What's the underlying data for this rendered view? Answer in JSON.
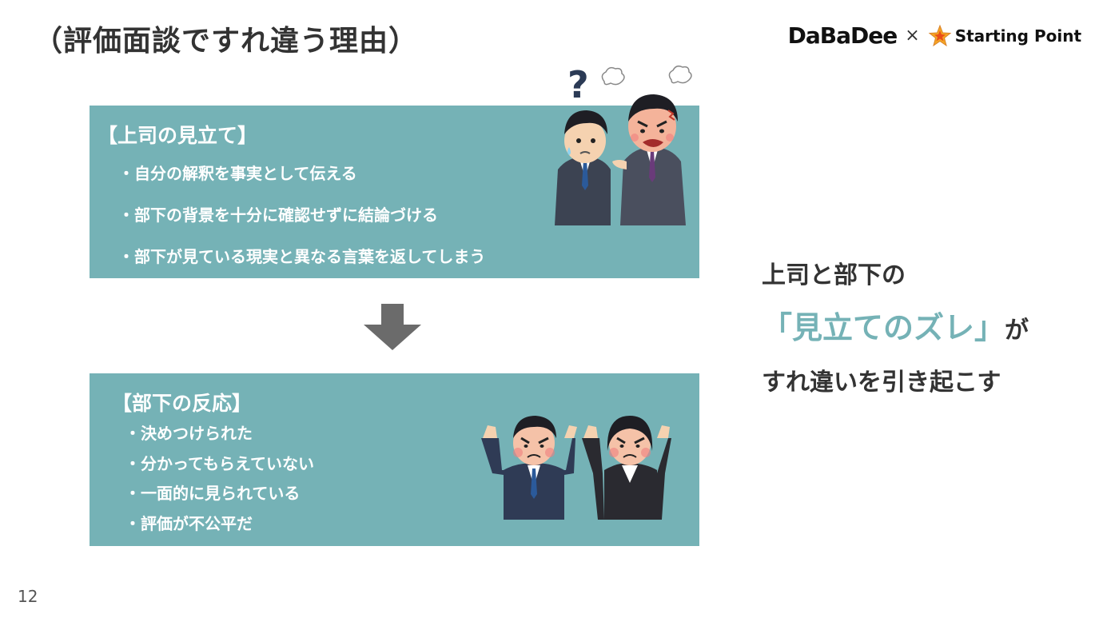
{
  "slide": {
    "title": "（評価面談ですれ違う理由）",
    "page_number": "12"
  },
  "logos": {
    "dabadee": "DaBaDee",
    "separator": "×",
    "starting_point": "Starting Point"
  },
  "boss_box": {
    "heading": "【上司の見立て】",
    "items": [
      "・自分の解釈を事実として伝える",
      "・部下の背景を十分に確認せずに結論づける",
      "・部下が見ている現実と異なる言葉を返してしまう"
    ]
  },
  "subordinate_box": {
    "heading": "【部下の反応】",
    "items": [
      "・決めつけられた",
      "・分かってもらえていない",
      "・一面的に見られている",
      "・評価が不公平だ"
    ]
  },
  "conclusion": {
    "line1": "上司と部下の",
    "line2_accent": "「見立てのズレ」",
    "line2_suffix": "が",
    "line3": "すれ違いを引き起こす"
  },
  "colors": {
    "box_background": "#75b2b6",
    "accent_text": "#75b2b6",
    "arrow": "#6b6b6b"
  },
  "icons": {
    "arrow": "down-arrow-icon",
    "boss_illustration": "angry-boss-confused-employee-illustration",
    "angry_illustration": "angry-employees-illustration",
    "star": "star-icon"
  }
}
